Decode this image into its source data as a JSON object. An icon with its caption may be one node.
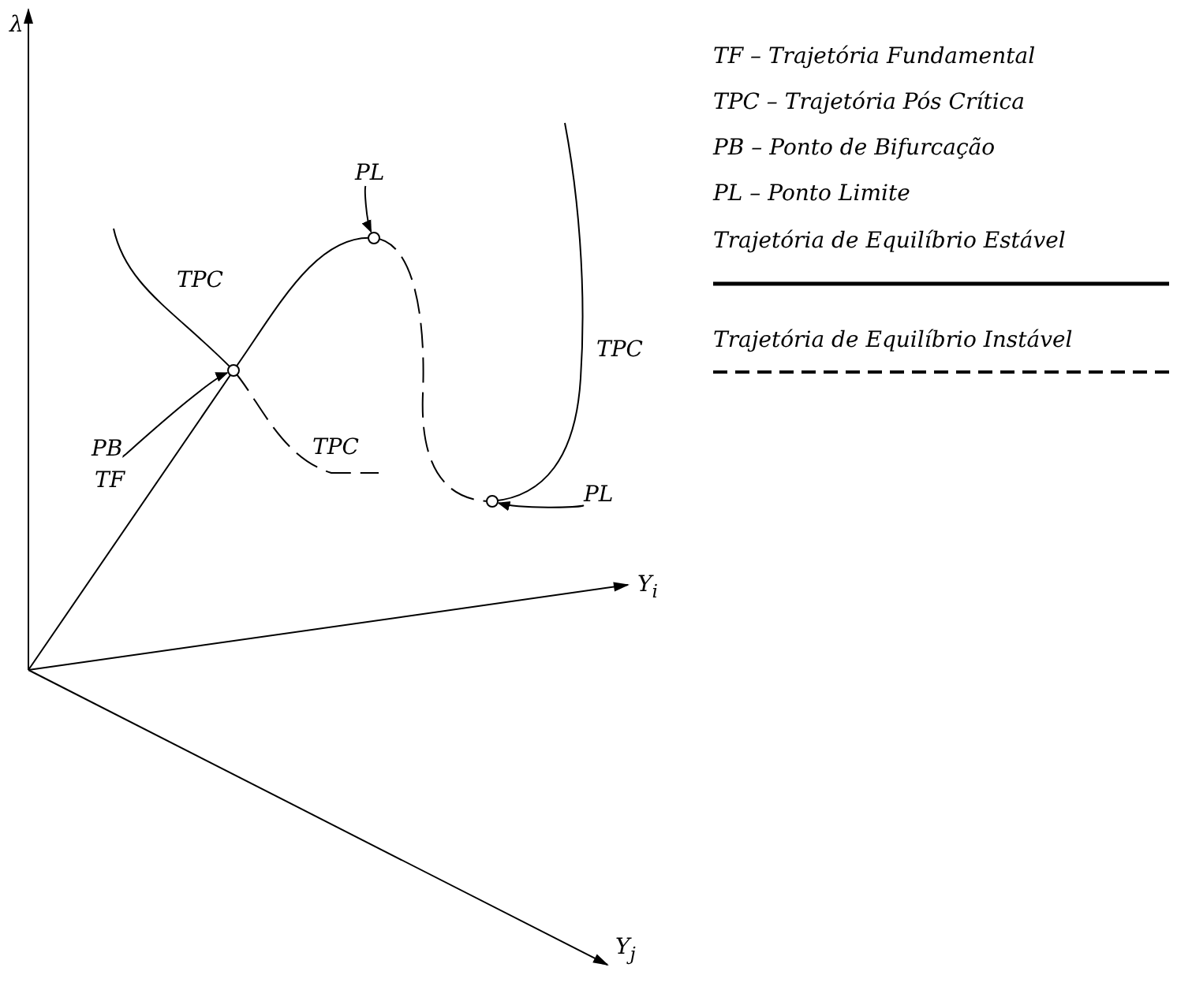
{
  "diagram": {
    "nodes": [
      {
        "text": [
          "PL"
        ]
      },
      {
        "text": [],
        "shape": "circle"
      },
      {
        "text": [
          "PB"
        ]
      },
      {
        "text": [],
        "shape": "circle"
      },
      {
        "text": [
          "PL"
        ]
      },
      {
        "text": [],
        "shape": "circle"
      }
    ],
    "edges": [
      {
        "from": 0,
        "to": 1,
        "arrow": "to"
      },
      {
        "from": 2,
        "to": 3,
        "arrow": "to"
      },
      {
        "from": 4,
        "to": 5,
        "arrow": "to"
      }
    ],
    "labels": [
      "λ",
      "TPC",
      "TPC",
      "TPC",
      "TF",
      "Y$_{i}$",
      "Y$_{j}$",
      "TF – Trajetória Fundamental",
      "TPC – Trajetória Pós Crítica",
      "PB – Ponto de Bifurcação",
      "PL – Ponto Limite"
    ],
    "legend": [
      {
        "text": "Trajetória de Equilíbrio Estável"
      },
      {
        "text": "Trajetória de Equilíbrio Instável"
      }
    ]
  }
}
